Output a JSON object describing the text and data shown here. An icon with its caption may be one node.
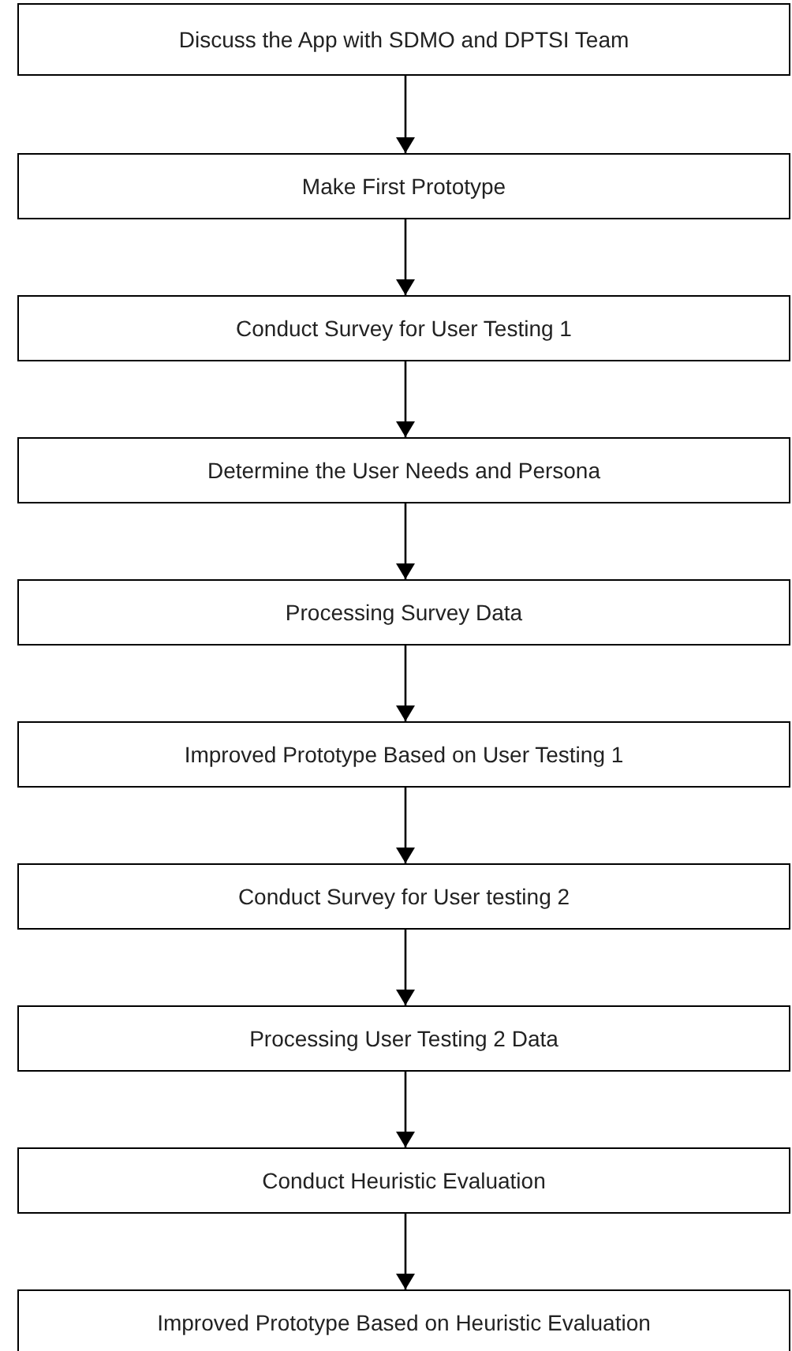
{
  "diagram": {
    "nodes": [
      {
        "text": [
          "Discuss the App with SDMO and DPTSI Team"
        ]
      },
      {
        "text": [
          "Make First Prototype"
        ]
      },
      {
        "text": [
          "Conduct Survey for User Testing 1"
        ]
      },
      {
        "text": [
          "Determine the User Needs and Persona"
        ]
      },
      {
        "text": [
          "Processing Survey Data"
        ]
      },
      {
        "text": [
          "Improved Prototype Based on User Testing 1"
        ]
      },
      {
        "text": [
          "Conduct Survey for User testing 2"
        ]
      },
      {
        "text": [
          "Processing User Testing 2 Data"
        ]
      },
      {
        "text": [
          "Conduct Heuristic Evaluation"
        ]
      },
      {
        "text": [
          "Improved Prototype Based on Heuristic Evaluation"
        ]
      }
    ],
    "edges": [
      {
        "from": 0,
        "to": 1,
        "arrow": "to"
      },
      {
        "from": 1,
        "to": 2,
        "arrow": "to"
      },
      {
        "from": 2,
        "to": 3,
        "arrow": "to"
      },
      {
        "from": 3,
        "to": 4,
        "arrow": "to"
      },
      {
        "from": 4,
        "to": 5,
        "arrow": "to"
      },
      {
        "from": 5,
        "to": 6,
        "arrow": "to"
      },
      {
        "from": 6,
        "to": 7,
        "arrow": "to"
      },
      {
        "from": 7,
        "to": 8,
        "arrow": "to"
      },
      {
        "from": 8,
        "to": 9,
        "arrow": "to"
      }
    ]
  }
}
